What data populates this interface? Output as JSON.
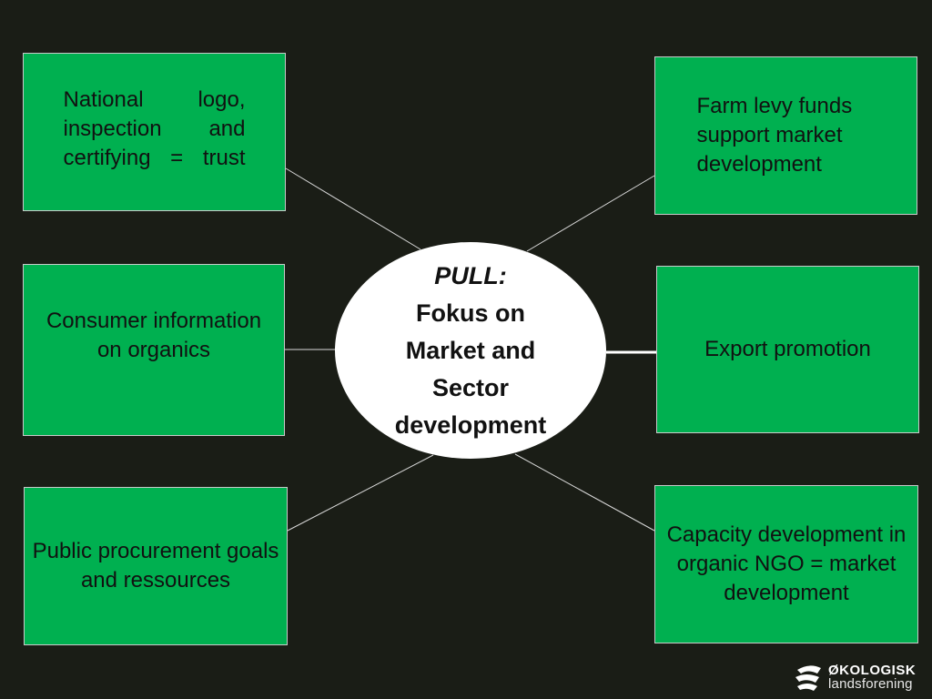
{
  "center": {
    "title": "PULL:",
    "text": "Fokus on Market and Sector development"
  },
  "nodes": {
    "top_left": "National logo, inspection and certifying = trust",
    "top_right": "Farm levy funds support market development",
    "middle_left": "Consumer information on organics",
    "middle_right": "Export promotion",
    "bottom_left": "Public procurement goals and ressources",
    "bottom_right": "Capacity development in organic NGO = market development"
  },
  "logo": {
    "line1": "ØKOLOGISK",
    "line2": "landsforening"
  },
  "colors": {
    "background": "#1a1d16",
    "box_fill": "#00b050",
    "box_border": "#c9c9c9",
    "hub_fill": "#ffffff",
    "text": "#111111",
    "connector": "#d9d9d9"
  }
}
